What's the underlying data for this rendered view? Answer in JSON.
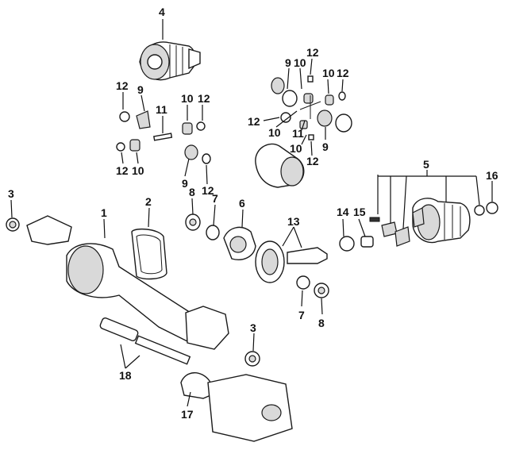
{
  "callouts": [
    {
      "id": "c4",
      "text": "4"
    },
    {
      "id": "c12a",
      "text": "12"
    },
    {
      "id": "c9a",
      "text": "9"
    },
    {
      "id": "c10a",
      "text": "10"
    },
    {
      "id": "c12b",
      "text": "12"
    },
    {
      "id": "c11a",
      "text": "11"
    },
    {
      "id": "c10b",
      "text": "10"
    },
    {
      "id": "c12c",
      "text": "12"
    },
    {
      "id": "c12d",
      "text": "12"
    },
    {
      "id": "c10c",
      "text": "10"
    },
    {
      "id": "c9b",
      "text": "9"
    },
    {
      "id": "c12e",
      "text": "12"
    },
    {
      "id": "c9c",
      "text": "9"
    },
    {
      "id": "c10d",
      "text": "10"
    },
    {
      "id": "c12f",
      "text": "12"
    },
    {
      "id": "c10e",
      "text": "10"
    },
    {
      "id": "c12g",
      "text": "12"
    },
    {
      "id": "c12h",
      "text": "12"
    },
    {
      "id": "c10f",
      "text": "10"
    },
    {
      "id": "c11b",
      "text": "11"
    },
    {
      "id": "c10g",
      "text": "10"
    },
    {
      "id": "c9d",
      "text": "9"
    },
    {
      "id": "c12i",
      "text": "12"
    },
    {
      "id": "c5",
      "text": "5"
    },
    {
      "id": "c16",
      "text": "16"
    },
    {
      "id": "c3a",
      "text": "3"
    },
    {
      "id": "c1",
      "text": "1"
    },
    {
      "id": "c2",
      "text": "2"
    },
    {
      "id": "c8a",
      "text": "8"
    },
    {
      "id": "c7a",
      "text": "7"
    },
    {
      "id": "c6",
      "text": "6"
    },
    {
      "id": "c13",
      "text": "13"
    },
    {
      "id": "c14",
      "text": "14"
    },
    {
      "id": "c15",
      "text": "15"
    },
    {
      "id": "c7b",
      "text": "7"
    },
    {
      "id": "c8b",
      "text": "8"
    },
    {
      "id": "c3b",
      "text": "3"
    },
    {
      "id": "c18",
      "text": "18"
    },
    {
      "id": "c17",
      "text": "17"
    }
  ]
}
